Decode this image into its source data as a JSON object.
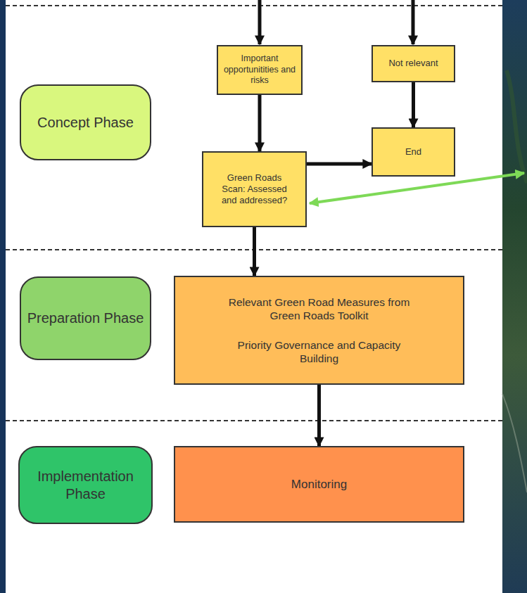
{
  "diagram": {
    "nodes": [
      {
        "text": [
          "Concept Phase"
        ]
      },
      {
        "text": [
          "Important opportunitities and risks"
        ]
      },
      {
        "text": [
          "Not relevant"
        ]
      },
      {
        "text": [
          "Green Roads Scan: Assessed and addressed?"
        ]
      },
      {
        "text": [
          "End"
        ]
      },
      {
        "text": [
          "Preparation Phase"
        ]
      },
      {
        "text": [
          "Relevant Green Road Measures from Green Roads Toolkit",
          "Priority Governance and Capacity Building"
        ]
      },
      {
        "text": [
          "Implementation Phase"
        ]
      },
      {
        "text": [
          "Monitoring"
        ]
      }
    ],
    "edges": [
      {
        "from": 1,
        "to": 3,
        "arrow": "to"
      },
      {
        "from": 2,
        "to": 4,
        "arrow": "to"
      },
      {
        "from": 3,
        "to": 4,
        "arrow": "to"
      },
      {
        "from": 3,
        "to": 6,
        "arrow": "to"
      },
      {
        "from": 6,
        "to": 8,
        "arrow": "to"
      }
    ]
  }
}
